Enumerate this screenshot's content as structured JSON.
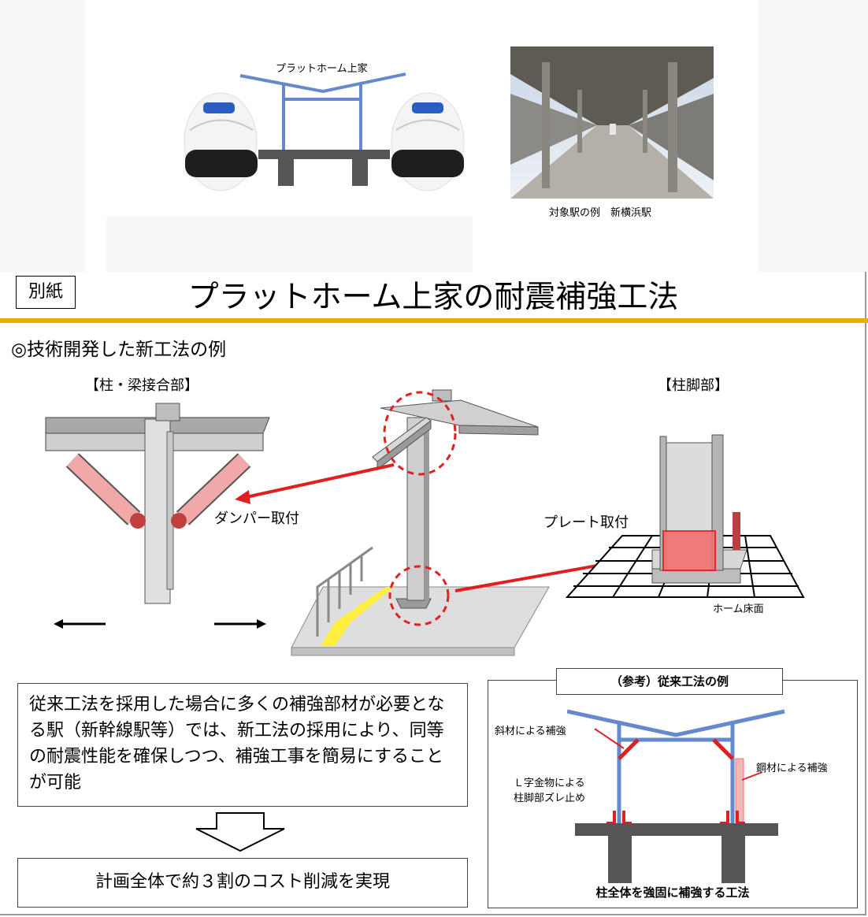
{
  "top": {
    "diagram_label": "プラットホーム上家",
    "photo_caption": "対象駅の例　新横浜駅"
  },
  "header": {
    "tag": "別紙",
    "title": "プラットホーム上家の耐震補強工法"
  },
  "section": {
    "heading": "◎技術開発した新工法の例"
  },
  "figures": {
    "joint_label": "【柱・梁接合部】",
    "base_label": "【柱脚部】",
    "damper_label": "ダンパー取付",
    "plate_label": "プレート取付",
    "floor_label": "ホーム床面"
  },
  "description": {
    "text": "従来工法を採用した場合に多くの補強部材が必要となる駅（新幹線駅等）では、新工法の採用により、同等の耐震性能を確保しつつ、補強工事を簡易にすることが可能"
  },
  "result": {
    "text": "計画全体で約３割のコスト削減を実現"
  },
  "reference": {
    "title": "（参考）従来工法の例",
    "brace_label": "斜材による補強",
    "steel_label": "鋼材による補強",
    "lbracket_label_1": "Ｌ字金物による",
    "lbracket_label_2": "柱脚部ズレ止め",
    "caption": "柱全体を強固に補強する工法"
  },
  "colors": {
    "accent_gold": "#e5b200",
    "frame_blue": "#6688cc",
    "reinforce_red": "#e02020",
    "steel_gray": "#b8b8b8",
    "platform_dark": "#555555"
  }
}
